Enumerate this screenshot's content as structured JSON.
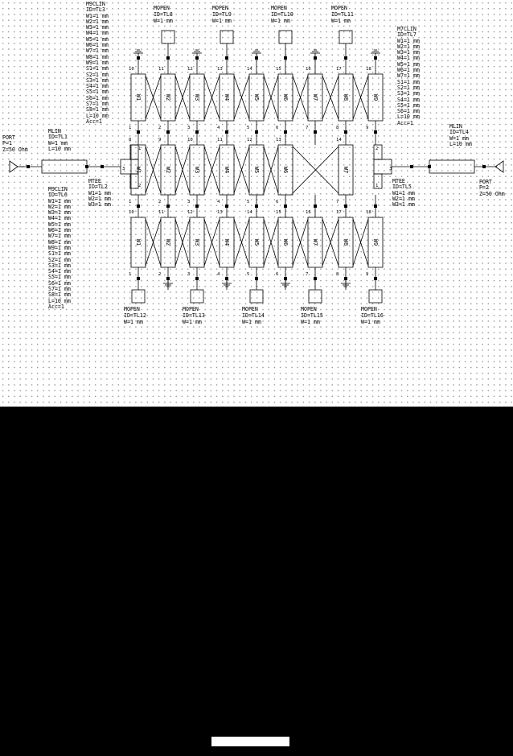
{
  "blocks": {
    "m9clin_top": [
      "M9CLIN",
      "ID=TL3",
      "W1=1 mm",
      "W2=1 mm",
      "W3=1 mm",
      "W4=1 mm",
      "W5=1 mm",
      "W6=1 mm",
      "W7=1 mm",
      "W8=1 mm",
      "W9=1 mm",
      "S1=1 mm",
      "S2=1 mm",
      "S3=1 mm",
      "S4=1 mm",
      "S5=1 mm",
      "S6=1 mm",
      "S7=1 mm",
      "S8=1 mm",
      "L=10 mm",
      "Acc=1"
    ],
    "m9clin_bottom": [
      "M9CLIN",
      "ID=TL6",
      "W1=1 mm",
      "W2=1 mm",
      "W3=1 mm",
      "W4=1 mm",
      "W5=1 mm",
      "W6=1 mm",
      "W7=1 mm",
      "W8=1 mm",
      "W9=1 mm",
      "S1=1 mm",
      "S2=1 mm",
      "S3=1 mm",
      "S4=1 mm",
      "S5=1 mm",
      "S6=1 mm",
      "S7=1 mm",
      "S8=1 mm",
      "L=10 mm",
      "Acc=1"
    ],
    "m7clin": [
      "M7CLIN",
      "ID=TL7",
      "W1=1 mm",
      "W2=1 mm",
      "W3=1 mm",
      "W4=1 mm",
      "W5=1 mm",
      "W6=1 mm",
      "W7=1 mm",
      "S1=1 mm",
      "S2=1 mm",
      "S3=1 mm",
      "S4=1 mm",
      "S5=1 mm",
      "S6=1 mm",
      "L=10 mm",
      "Acc=1"
    ],
    "port1": [
      "PORT",
      "P=1",
      "Z=50 Ohm"
    ],
    "port2": [
      "PORT",
      "P=2",
      "Z=50 Ohm"
    ],
    "mlin1": [
      "MLIN",
      "ID=TL1",
      "W=1 mm",
      "L=10 mm"
    ],
    "mlin4": [
      "MLIN",
      "ID=TL4",
      "W=1 mm",
      "L=10 mm"
    ],
    "mtee2": [
      "MTEE",
      "ID=TL2",
      "W1=1 mm",
      "W2=1 mm",
      "W3=1 mm"
    ],
    "mtee5": [
      "MTEE",
      "ID=TL5",
      "W1=1 mm",
      "W2=1 mm",
      "W3=1 mm"
    ]
  },
  "mopen_top": [
    [
      "MOPEN",
      "ID=TL8",
      "W=1 mm"
    ],
    [
      "MOPEN",
      "ID=TL9",
      "W=1 mm"
    ],
    [
      "MOPEN",
      "ID=TL10",
      "W=1 mm"
    ],
    [
      "MOPEN",
      "ID=TL11",
      "W=1 mm"
    ]
  ],
  "mopen_bottom": [
    [
      "MOPEN",
      "ID=TL12",
      "W=1 mm"
    ],
    [
      "MOPEN",
      "ID=TL13",
      "W=1 mm"
    ],
    [
      "MOPEN",
      "ID=TL14",
      "W=1 mm"
    ],
    [
      "MOPEN",
      "ID=TL15",
      "W=1 mm"
    ],
    [
      "MOPEN",
      "ID=TL16",
      "W=1 mm"
    ]
  ],
  "rows": {
    "top": {
      "labels": [
        "W1",
        "W2",
        "W3",
        "W4",
        "W5",
        "W6",
        "W7",
        "W8",
        "W9"
      ],
      "top_pins": [
        "10",
        "11",
        "12",
        "13",
        "14",
        "15",
        "16",
        "17",
        "18"
      ],
      "bottom_pins": [
        "1",
        "2",
        "3",
        "4",
        "5",
        "6",
        "7",
        "8",
        "9"
      ]
    },
    "middle": {
      "labels": [
        "W1",
        "W2",
        "W3",
        "W4",
        "W5",
        "W6",
        "W7"
      ],
      "top_pins": [
        "8",
        "9",
        "10",
        "11",
        "12",
        "13",
        "14"
      ],
      "bottom_pins": [
        "1",
        "2",
        "3",
        "4",
        "5",
        "6",
        "7"
      ]
    },
    "bottom": {
      "labels": [
        "W1",
        "W2",
        "W3",
        "W4",
        "W5",
        "W6",
        "W7",
        "W8",
        "W9"
      ],
      "top_pins": [
        "10",
        "11",
        "12",
        "13",
        "14",
        "15",
        "16",
        "17",
        "18"
      ],
      "bottom_pins": [
        "1",
        "2",
        "3",
        "4",
        "5",
        "6",
        "7",
        "8",
        "9"
      ]
    }
  },
  "tee_pins": {
    "left": [
      "1",
      "2",
      "3"
    ],
    "right": [
      "2",
      "1",
      "3"
    ]
  }
}
